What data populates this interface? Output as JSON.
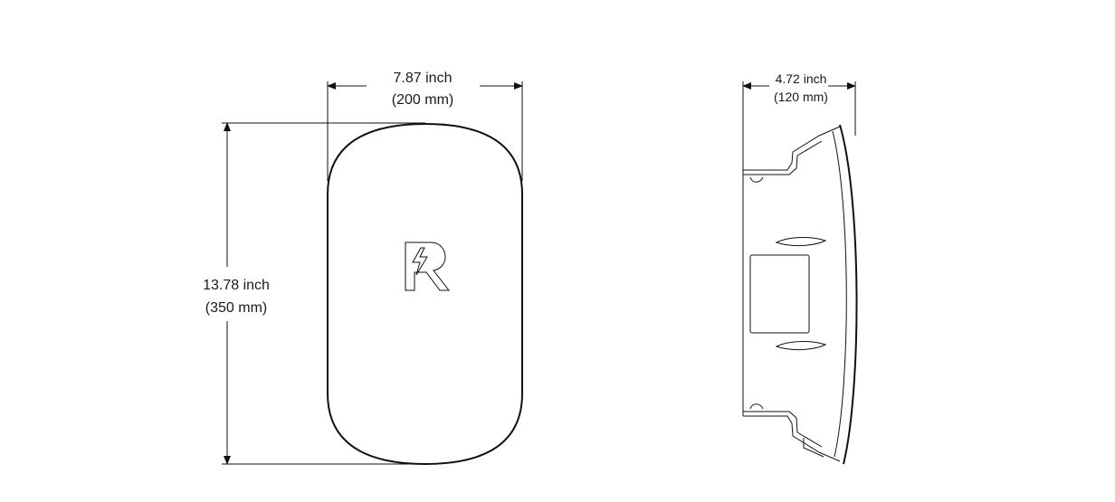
{
  "front_view": {
    "width_inch": "7.87 inch",
    "width_mm": "(200 mm)",
    "height_inch": "13.78 inch",
    "height_mm": "(350 mm)"
  },
  "side_view": {
    "depth_inch": "4.72 inch",
    "depth_mm": "(120 mm)"
  },
  "logo": {
    "letter": "R",
    "icon": "lightning-bolt-icon"
  },
  "colors": {
    "line": "#111111",
    "background": "#ffffff"
  }
}
